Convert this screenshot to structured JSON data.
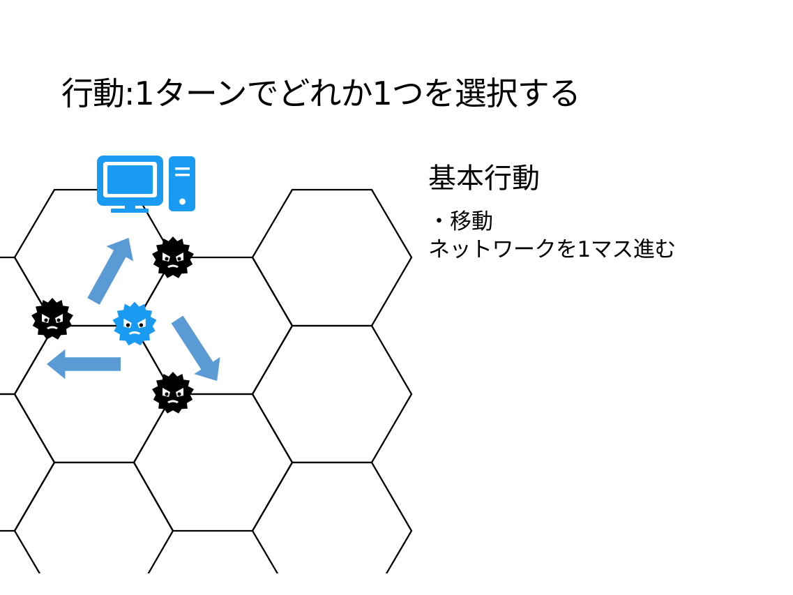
{
  "title": "行動:1ターンでどれか1つを選択する",
  "panel": {
    "heading": "基本行動",
    "action_name": "・移動",
    "action_description": "ネットワークを1マス進む"
  },
  "colors": {
    "hex_stroke": "#000000",
    "computer": "#1A9BF2",
    "arrow": "#5B9BD5",
    "virus_enemy": "#000000",
    "virus_player": "#1A9BF2"
  },
  "icons": {
    "computer": "computer-icon",
    "virus": "virus-icon",
    "arrow": "arrow-icon"
  }
}
